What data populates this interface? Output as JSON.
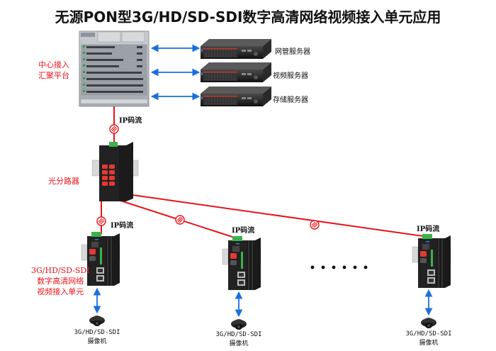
{
  "title": "无源PON型3G/HD/SD-SDI数字高清网络视频接入单元应用",
  "central": {
    "label_line1": "中心接入",
    "label_line2": "汇聚平台",
    "icon": "chassis-switch-icon"
  },
  "servers": [
    {
      "label": "网管服务器",
      "icon": "rack-server-icon"
    },
    {
      "label": "视频服务器",
      "icon": "rack-server-icon"
    },
    {
      "label": "存储服务器",
      "icon": "rack-server-icon"
    }
  ],
  "splitter": {
    "label": "光分路器",
    "icon": "optical-splitter-icon"
  },
  "stream_label": "IP码流",
  "units": [
    {
      "label_line1": "3G/HD/SD-SDI",
      "label_line2": "数字高清网络",
      "label_line3": "视频接入单元",
      "stream": "IP码流",
      "camera_line1": "3G/HD/SD-SDI",
      "camera_line2": "摄像机"
    },
    {
      "stream": "IP码流",
      "camera_line1": "3G/HD/SD-SDI",
      "camera_line2": "摄像机"
    },
    {
      "stream": "IP码流",
      "camera_line1": "3G/HD/SD-SDI",
      "camera_line2": "摄像机"
    }
  ],
  "ellipsis": "......",
  "colors": {
    "fiber": "#e8141a",
    "ethernet": "#1a6fe0",
    "device_body": "#1b1b1b",
    "chassis": "#b8bcc2",
    "label_red": "#e8141a"
  }
}
